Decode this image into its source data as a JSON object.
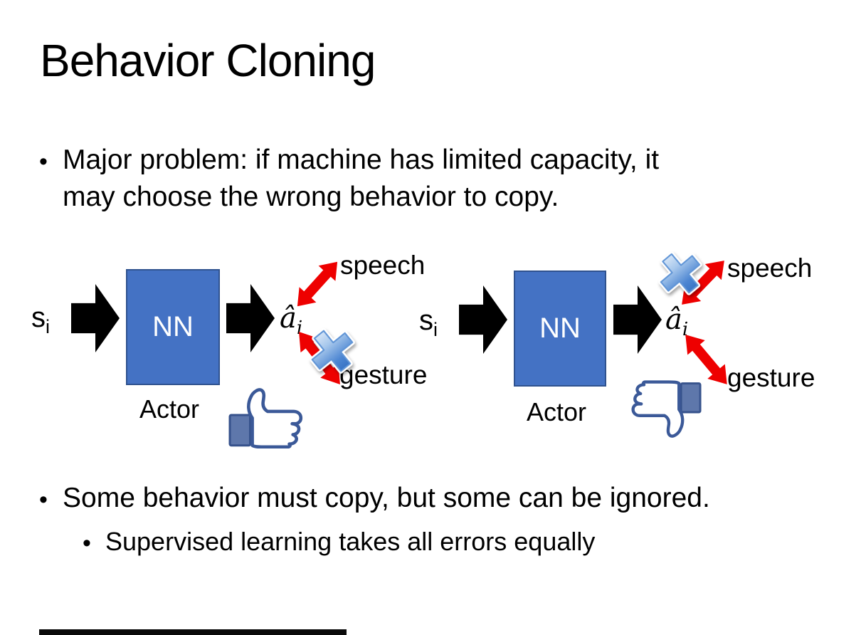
{
  "slide": {
    "title": "Behavior Cloning",
    "bullets": {
      "glyph": "•",
      "b1_line1": "Major problem: if machine has limited capacity, it",
      "b1_line2": "may choose the wrong behavior to copy.",
      "b2": "Some behavior must copy, but some can be ignored.",
      "b2_sub": "Supervised learning takes all errors equally"
    }
  },
  "diagrams": [
    {
      "input": "s",
      "input_sub": "i",
      "nn_label": "NN",
      "actor_label": "Actor",
      "output": "â",
      "output_sub": "i",
      "speech_label": "speech",
      "gesture_label": "gesture",
      "crossed_branch": "gesture",
      "feedback": "thumbs-up"
    },
    {
      "input": "s",
      "input_sub": "i",
      "nn_label": "NN",
      "actor_label": "Actor",
      "output": "â",
      "output_sub": "i",
      "speech_label": "speech",
      "gesture_label": "gesture",
      "crossed_branch": "speech",
      "feedback": "thumbs-down"
    }
  ],
  "colors": {
    "nn_box": "#4472C4",
    "nn_border": "#2F528F",
    "arrow_black": "#000000",
    "arrow_red": "#EE0000",
    "cross_blue": "#4D86D2",
    "thumb_outline": "#3B5998",
    "thumb_cuff": "#5E77AB",
    "text": "#000000",
    "background": "#FFFFFF"
  }
}
